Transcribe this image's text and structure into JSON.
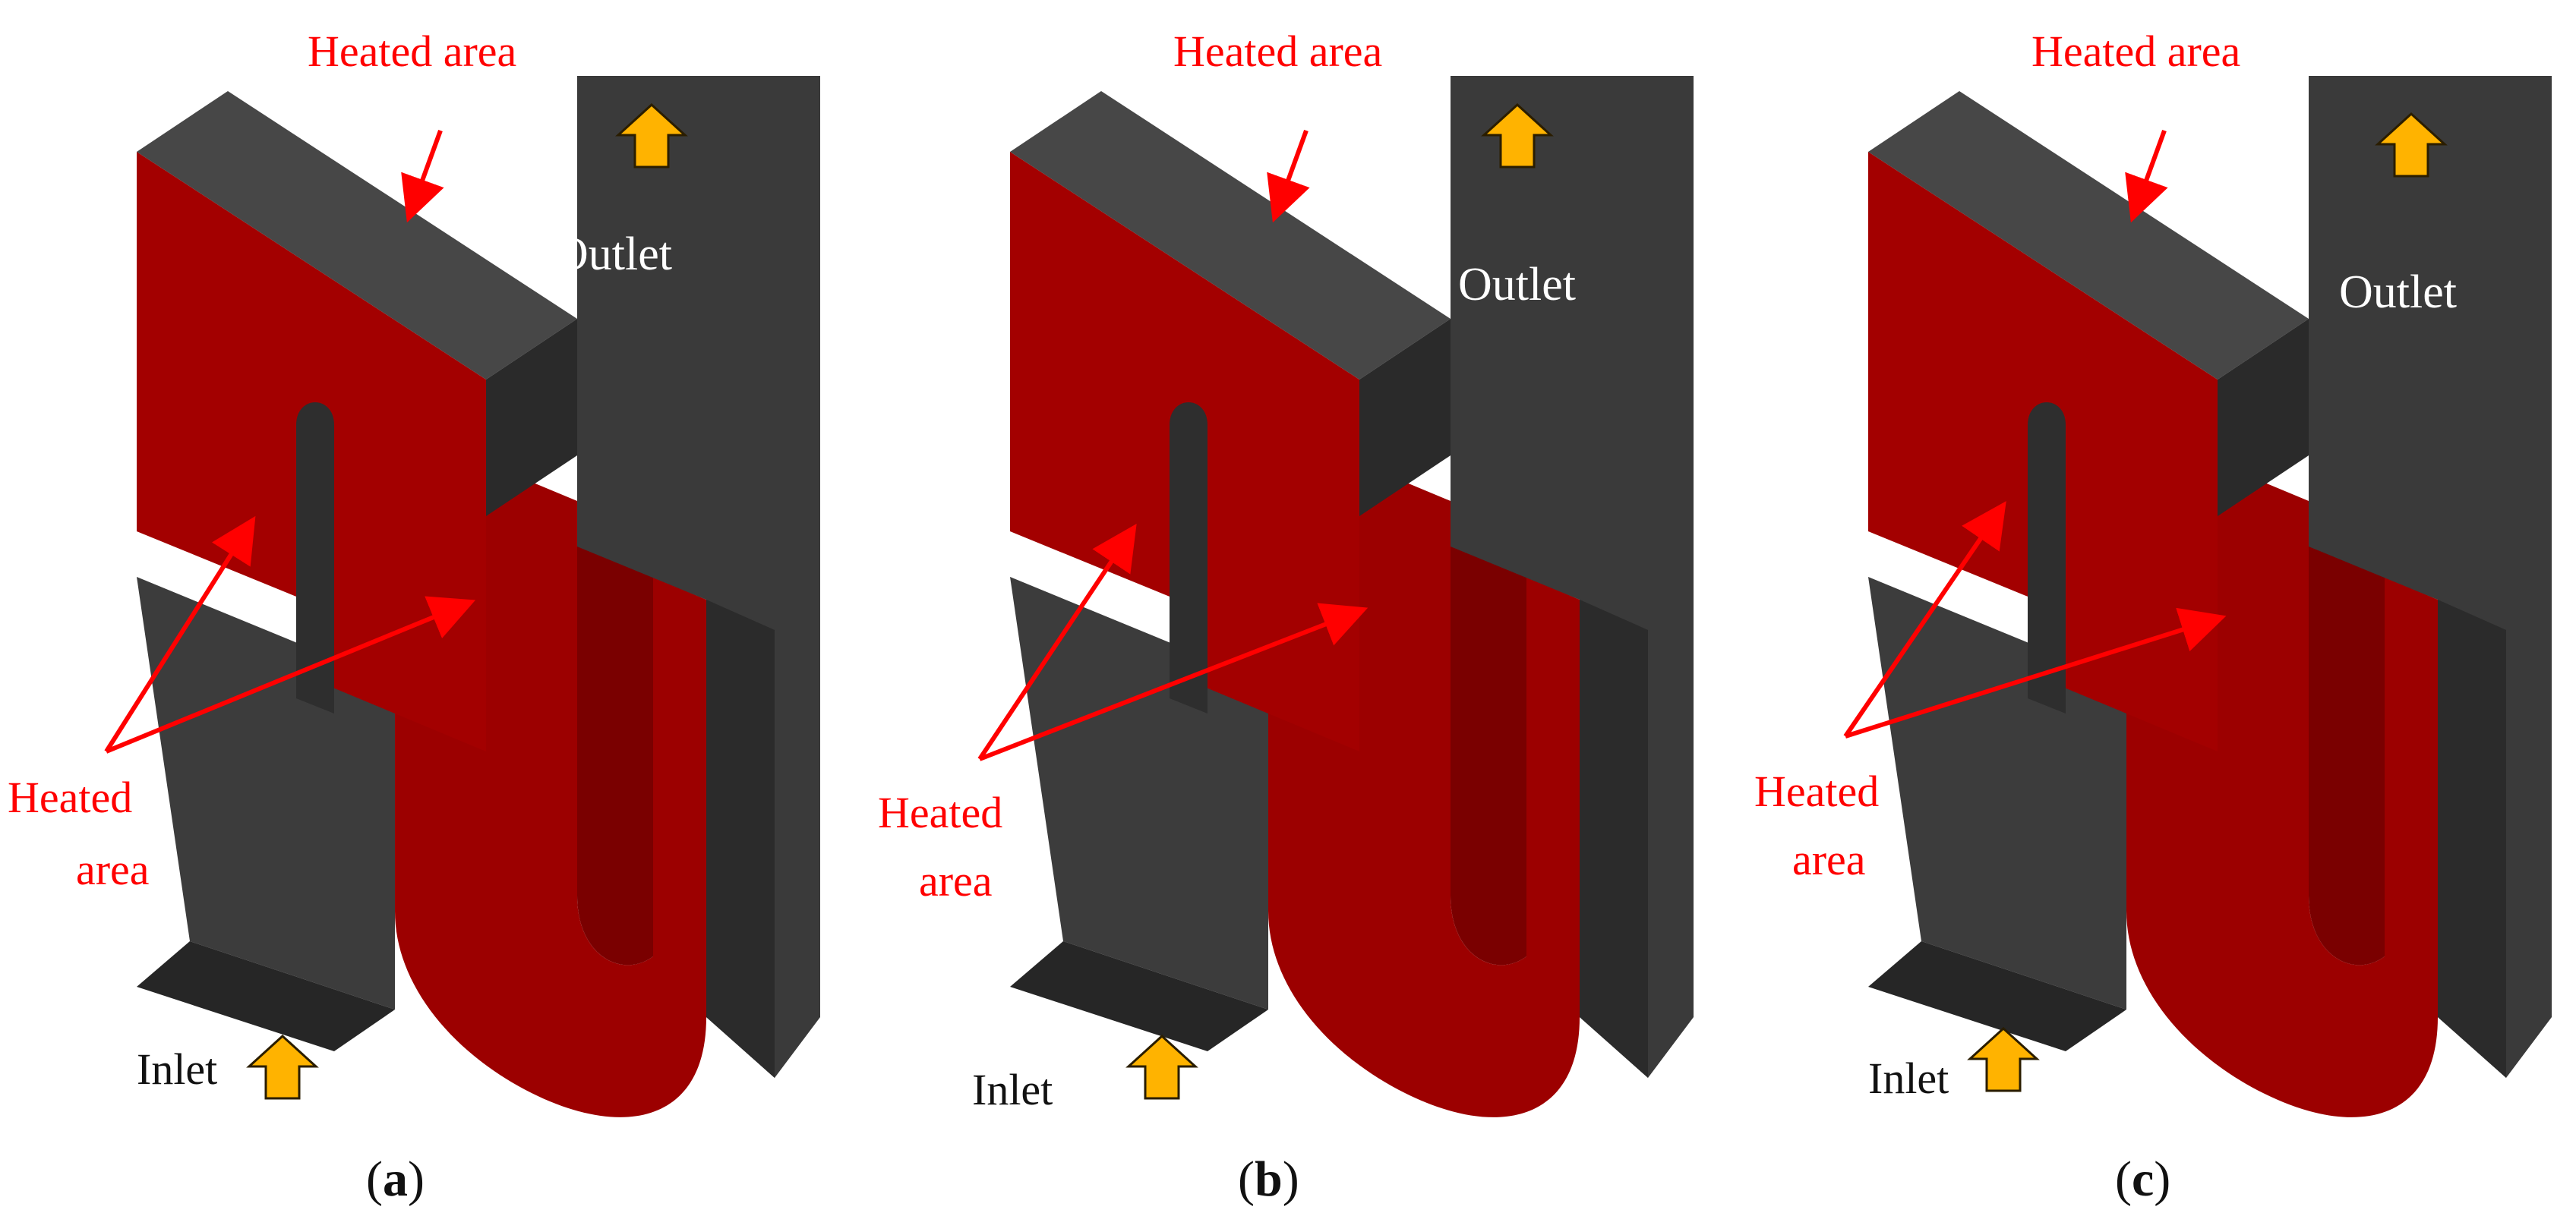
{
  "labels": {
    "heated_area_top": "Heated area",
    "heated_line1": "Heated",
    "heated_line2": "area",
    "outlet": "Outlet",
    "inlet": "Inlet"
  },
  "panels": [
    {
      "letter": "a",
      "open": "(",
      "close": ")"
    },
    {
      "letter": "b",
      "open": "(",
      "close": ")"
    },
    {
      "letter": "c",
      "open": "(",
      "close": ")"
    }
  ],
  "colors": {
    "heated": "#9c0000",
    "heated_shade": "#7a0000",
    "dark_face": "#3a3a3a",
    "dark_top": "#474747",
    "dark_side": "#262626",
    "arrow_red": "#ff0000",
    "flow_arrow_fill": "#ffb300",
    "flow_arrow_stroke": "#2a1d00",
    "label_red": "#ff0000",
    "label_white": "#ffffff",
    "caption": "#111111"
  },
  "icons": {
    "flow_arrow": "up-arrow-icon",
    "pointer_arrow": "red-pointer-arrow-icon"
  }
}
